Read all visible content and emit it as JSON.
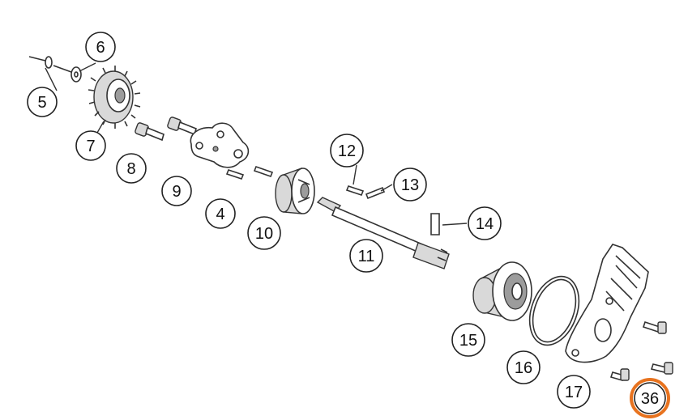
{
  "callouts": [
    {
      "id": "c5",
      "label": "5"
    },
    {
      "id": "c6",
      "label": "6"
    },
    {
      "id": "c7",
      "label": "7"
    },
    {
      "id": "c8",
      "label": "8"
    },
    {
      "id": "c9",
      "label": "9"
    },
    {
      "id": "c4",
      "label": "4"
    },
    {
      "id": "c10",
      "label": "10"
    },
    {
      "id": "c11",
      "label": "11"
    },
    {
      "id": "c12",
      "label": "12"
    },
    {
      "id": "c13",
      "label": "13"
    },
    {
      "id": "c14",
      "label": "14"
    },
    {
      "id": "c15",
      "label": "15"
    },
    {
      "id": "c16",
      "label": "16"
    },
    {
      "id": "c17",
      "label": "17"
    },
    {
      "id": "c36",
      "label": "36",
      "highlighted": true
    }
  ],
  "highlight_color": "#e8731f"
}
